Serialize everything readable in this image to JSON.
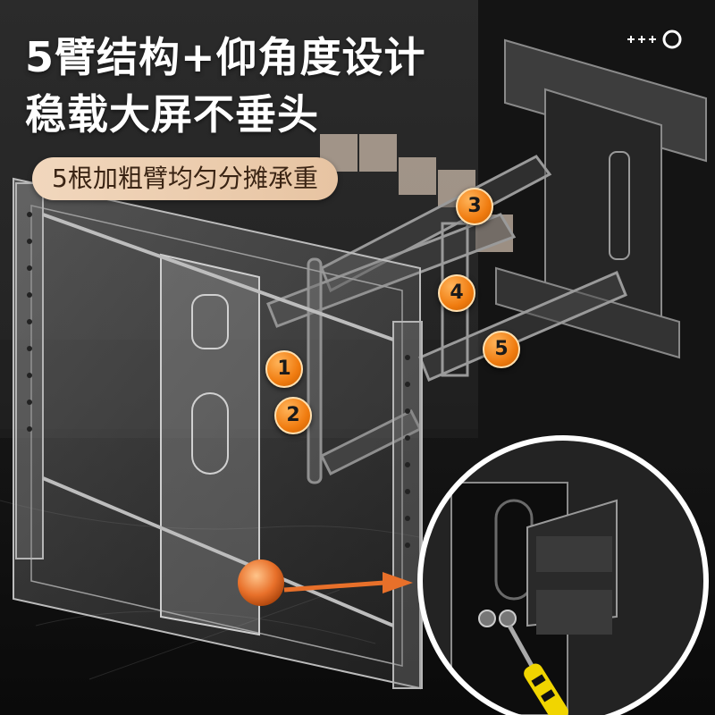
{
  "headline": {
    "line1": "5臂结构+仰角度设计",
    "line2": "稳载大屏不垂头"
  },
  "subtitle": "5根加粗臂均匀分摊承重",
  "arm_badges": [
    "1",
    "2",
    "3",
    "4",
    "5"
  ],
  "colors": {
    "accent_orange": "#f07c10",
    "pill_background": "#eccaa8",
    "headline_text": "#ffffff"
  },
  "icons": [
    "plus-dots-icon",
    "ring-icon",
    "screwdriver-icon",
    "orange-ball-marker-icon",
    "arrow-right-icon"
  ]
}
